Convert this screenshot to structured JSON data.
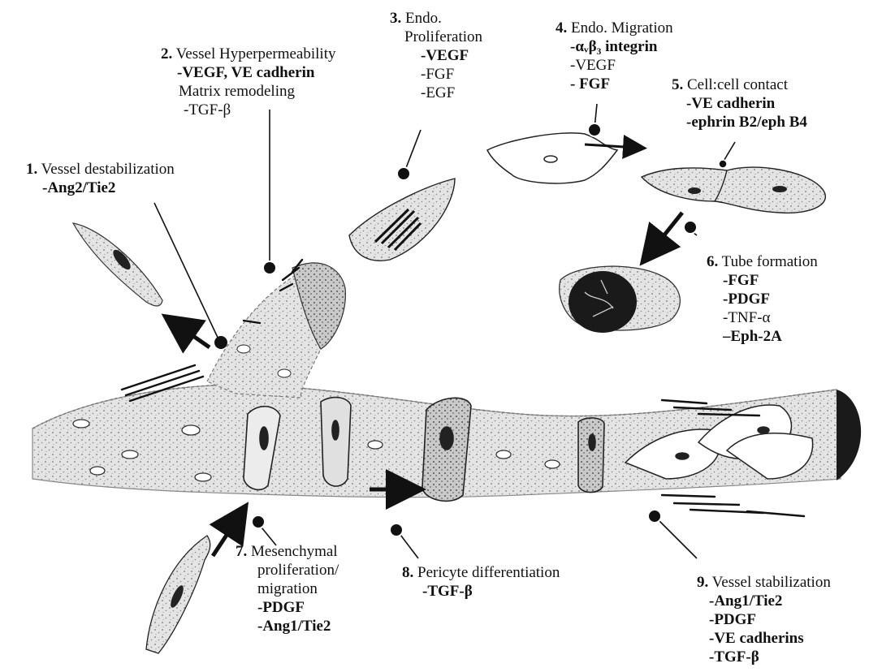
{
  "steps": [
    {
      "num": "1.",
      "title": "Vessel destabilization",
      "factors": [
        "-Ang2/Tie2"
      ]
    },
    {
      "num": "2.",
      "title": "Vessel Hyperpermeability",
      "factors": [
        "-VEGF, VE cadherin"
      ],
      "subtitle": "Matrix remodeling",
      "sub_factors": [
        "-TGF-β"
      ]
    },
    {
      "num": "3.",
      "title_lines": [
        "Endo.",
        "Proliferation"
      ],
      "factors": [
        "-VEGF",
        "-FGF",
        "-EGF"
      ]
    },
    {
      "num": "4.",
      "title": "Endo. Migration",
      "factors": [
        "-αᵥβ₃ integrin",
        "-VEGF",
        "- FGF"
      ]
    },
    {
      "num": "5.",
      "title": "Cell:cell contact",
      "factors": [
        "-VE cadherin",
        "-ephrin B2/eph B4"
      ]
    },
    {
      "num": "6.",
      "title": "Tube formation",
      "factors": [
        "-FGF",
        "-PDGF",
        "-TNF-α",
        "–Eph-2A"
      ]
    },
    {
      "num": "7.",
      "title_lines": [
        "Mesenchymal",
        "proliferation/",
        "migration"
      ],
      "factors": [
        "-PDGF",
        "-Ang1/Tie2"
      ]
    },
    {
      "num": "8.",
      "title": "Pericyte differentiation",
      "factors": [
        "-TGF-β"
      ]
    },
    {
      "num": "9.",
      "title": "Vessel stabilization",
      "factors": [
        "-Ang1/Tie2",
        "-PDGF",
        "-VE cadherins",
        "-TGF-β"
      ]
    }
  ]
}
